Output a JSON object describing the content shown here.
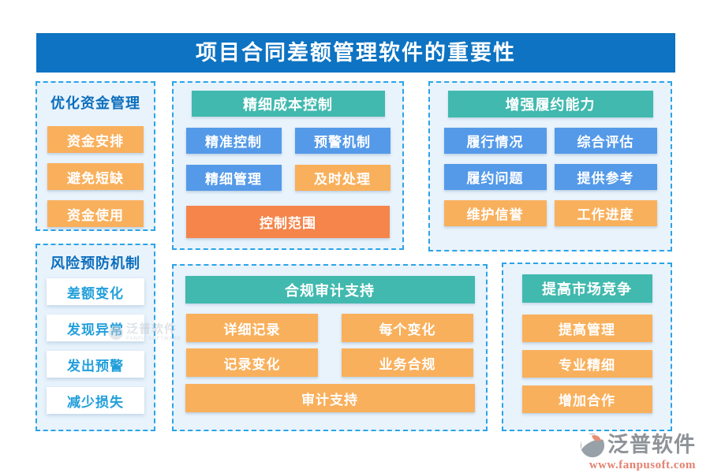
{
  "title": "项目合同差额管理软件的重要性",
  "panels": {
    "fund": {
      "title": "优化资金管理",
      "items": [
        "资金安排",
        "避免短缺",
        "资金使用"
      ]
    },
    "risk": {
      "title": "风险预防机制",
      "items": [
        "差额变化",
        "发现异常",
        "发出预警",
        "减少损失"
      ]
    },
    "cost": {
      "title": "精细成本控制",
      "items": [
        "精准控制",
        "预警机制",
        "精细管理",
        "及时处理"
      ],
      "wide_item": "控制范围"
    },
    "perform": {
      "title": "增强履约能力",
      "items": [
        "履行情况",
        "综合评估",
        "履约问题",
        "提供参考",
        "维护信誉",
        "工作进度"
      ]
    },
    "audit": {
      "title": "合规审计支持",
      "items": [
        "详细记录",
        "每个变化",
        "记录变化",
        "业务合规"
      ],
      "wide_item": "审计支持"
    },
    "market": {
      "title": "提高市场竞争",
      "items": [
        "提高管理",
        "专业精细",
        "增加合作"
      ]
    }
  },
  "watermark": {
    "text": "泛普软件",
    "subtext": "FANPU SOFTWARE"
  },
  "footer": {
    "logo_text": "泛普软件",
    "url": "www.fanpusoft.com"
  },
  "colors": {
    "title_bar": "#0d73c2",
    "teal_header": "#41b9ae",
    "blue_item": "#549ae9",
    "orange_item": "#f9b05c",
    "deep_orange_item": "#f5854a",
    "panel_background": "#e9f3fc",
    "dashed_border": "#2ba4e8",
    "panel_title_text": "#0c6ebd",
    "white_item_text": "#219fdb",
    "logo_gray": "#8e9398",
    "url_salmon": "#e5806f"
  }
}
